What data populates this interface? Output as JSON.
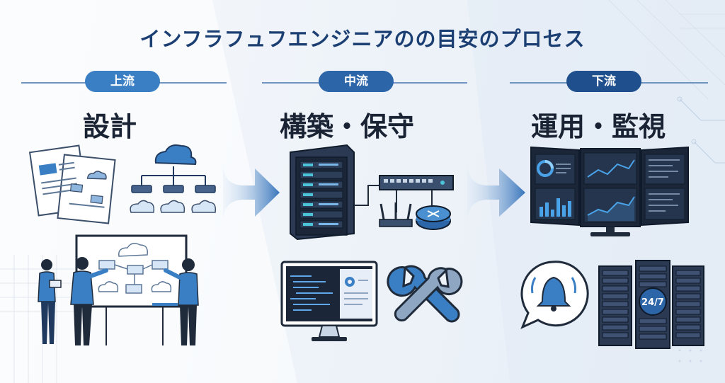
{
  "title": "インフラフュフエンジニアのの目安のプロセス",
  "stages": [
    {
      "badge": "上流",
      "name": "設計",
      "badge_color": "#3a7fc4"
    },
    {
      "badge": "中流",
      "name": "構築・保守",
      "badge_color": "#2c65a8"
    },
    {
      "badge": "下流",
      "name": "運用・監視",
      "badge_color": "#1f4f8c"
    }
  ],
  "icons": {
    "availability_label": "24/7"
  },
  "colors": {
    "primary": "#1f4f8c",
    "accent": "#3a8ed6",
    "dark": "#1b2a3f"
  }
}
